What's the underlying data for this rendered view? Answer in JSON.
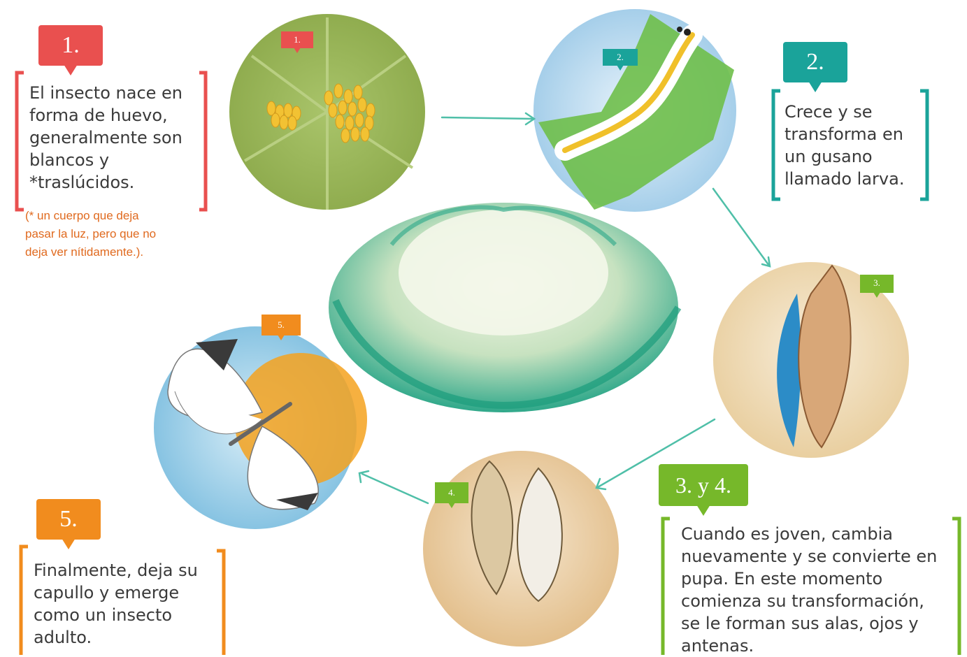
{
  "stages": {
    "s1": {
      "tag": "1.",
      "text": "El insecto nace en forma de huevo, generalmente son blancos y *traslúcidos.",
      "note": "(* un cuerpo que deja pasar la luz, pero que no deja ver nítidamente.).",
      "color": "#e9504f"
    },
    "s2": {
      "tag": "2.",
      "text": "Crece y se transforma en un gusano llamado larva.",
      "color": "#1aa39a"
    },
    "s34": {
      "tag": "3. y 4.",
      "text": "Cuando es joven, cambia nuevamente y se convierte en pupa. En este momento comienza su transformación, se le forman sus alas, ojos y antenas.",
      "color": "#76b82a"
    },
    "s5": {
      "tag": "5.",
      "text": "Finalmente, deja su capullo y emerge como un insecto adulto.",
      "color": "#f18c1e"
    }
  },
  "markers": {
    "m1": "1.",
    "m2": "2.",
    "m3": "3.",
    "m4": "4.",
    "m5": "5."
  },
  "note_color": "#e06a1f",
  "arrow_color": "#4fbfa8"
}
